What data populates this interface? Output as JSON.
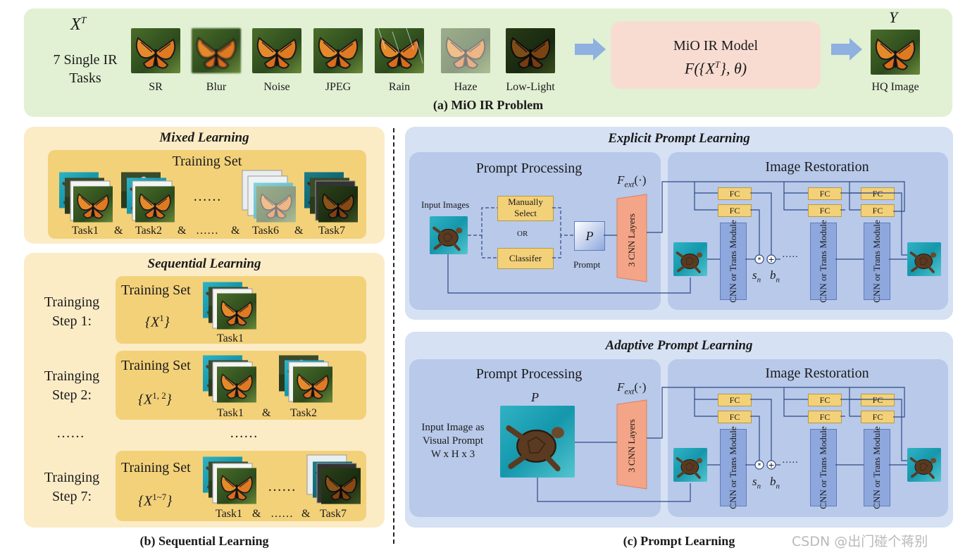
{
  "colors": {
    "green_panel": "#e2f0d4",
    "gold_panel": "#fbecc6",
    "blue_panel": "#d6e1f3",
    "model": "#f8dcd2",
    "cnn": "#f4a487",
    "fc": "#f3d179",
    "module": "#8ea8dd"
  },
  "panel_a": {
    "xt": "X",
    "xt_sup": "T",
    "tasks_label": "7  Single IR Tasks",
    "thumbs": [
      "SR",
      "Blur",
      "Noise",
      "JPEG",
      "Rain",
      "Haze",
      "Low-Light"
    ],
    "model_title": "MiO IR Model",
    "model_formula": "F({X",
    "model_formula_sup": "T",
    "model_formula_end": "}, θ)",
    "y": "Y",
    "hq": "HQ Image",
    "caption": "(a) MiO IR Problem"
  },
  "mixed": {
    "title": "Mixed Learning",
    "set_title": "Training Set",
    "dots": "……",
    "tasks": [
      "Task1",
      "&",
      "Task2",
      "&",
      "……",
      "&",
      "Task6",
      "&",
      "Task7"
    ]
  },
  "sequential": {
    "title": "Sequential Learning",
    "steps": [
      {
        "label1": "Trainging",
        "label2": "Step 1:",
        "set": "Training Set",
        "sym": "{X",
        "sup": "1",
        "end": "}",
        "tasks": [
          "Task1"
        ]
      },
      {
        "label1": "Trainging",
        "label2": "Step 2:",
        "set": "Training Set",
        "sym": "{X",
        "sup": "1, 2",
        "end": "}",
        "tasks": [
          "Task1",
          "&",
          "Task2"
        ]
      },
      {
        "label1": "Trainging",
        "label2": "Step 7:",
        "set": "Training Set",
        "sym": "{X",
        "sup": "1~7",
        "end": "}",
        "tasks": [
          "Task1",
          "&",
          "……",
          "&",
          "Task7"
        ]
      }
    ],
    "dots_left": "……",
    "dots_mid": "……",
    "dots_stack": "……",
    "caption": "(b) Sequential Learning"
  },
  "explicit": {
    "title": "Explicit Prompt Learning",
    "pp_title": "Prompt Processing",
    "ir_title": "Image Restoration",
    "input": "Input Images",
    "manual": "Manually Select",
    "or": "OR",
    "classifier": "Classifer",
    "p": "P",
    "prompt": "Prompt",
    "fext": "F",
    "fext_sub": "ext",
    "fext_end": "(·)",
    "cnn": "3 CNN Layers",
    "fc": "FC",
    "module": "CNN or Trans Module",
    "sn": "s",
    "sn_sub": "n",
    "bn": "b",
    "bn_sub": "n",
    "dots": "·····"
  },
  "adaptive": {
    "title": "Adaptive Prompt Learning",
    "pp_title": "Prompt Processing",
    "ir_title": "Image Restoration",
    "p": "P",
    "visual_prompt": "Input Image as Visual Prompt",
    "dims": "W x H x 3",
    "fext": "F",
    "fext_sub": "ext",
    "fext_end": "(·)",
    "cnn": "3 CNN Layers",
    "fc": "FC",
    "module": "CNN or Trans Module",
    "sn": "s",
    "sn_sub": "n",
    "bn": "b",
    "bn_sub": "n",
    "dots": "·····"
  },
  "caption_c": "(c) Prompt Learning",
  "watermark": "CSDN @出门碰个蒋别"
}
